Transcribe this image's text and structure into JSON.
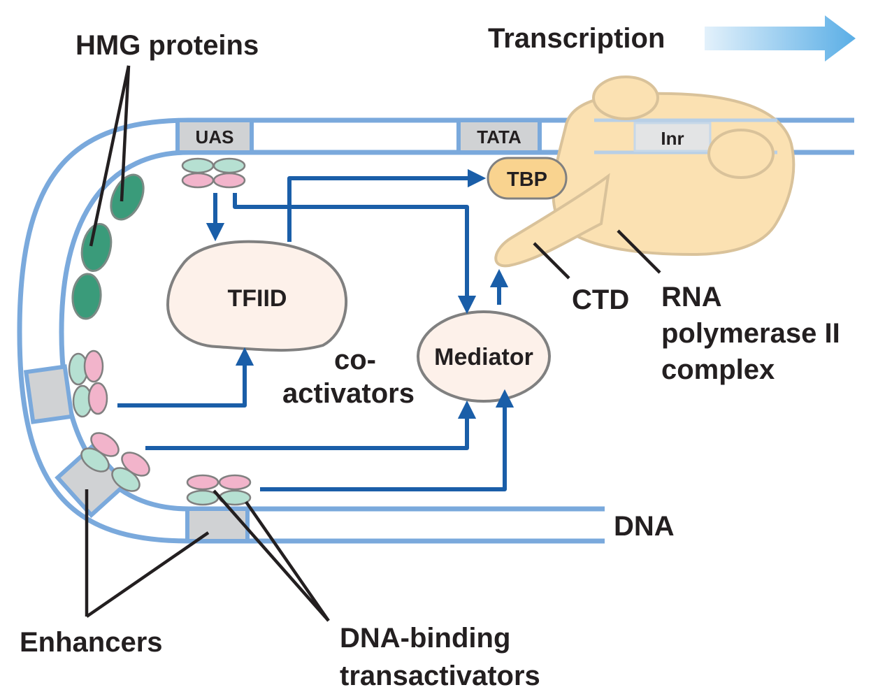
{
  "labels": {
    "hmg": "HMG proteins",
    "transcription": "Transcription",
    "uas": "UAS",
    "tata": "TATA",
    "inr": "Inr",
    "tbp": "TBP",
    "tfiid": "TFIID",
    "mediator": "Mediator",
    "coactivators_1": "co-",
    "coactivators_2": "activators",
    "ctd": "CTD",
    "rnapol_1": "RNA",
    "rnapol_2": "polymerase II",
    "rnapol_3": "complex",
    "dna": "DNA",
    "enhancers": "Enhancers",
    "transactivators_1": "DNA-binding",
    "transactivators_2": "transactivators"
  },
  "colors": {
    "dna_strand": "#7aa9dc",
    "site_box": "#d0d2d4",
    "arrow": "#1a5ea8",
    "hmg": "#3a9b7a",
    "activator_green": "#b6e0d2",
    "activator_pink": "#f2b4cb",
    "complex_fill": "#fbe1b2",
    "complex_stroke": "#d9c29a",
    "tbp_fill": "#f9d38f",
    "coactivator_fill": "#fdf1ea",
    "outline": "#808080"
  }
}
